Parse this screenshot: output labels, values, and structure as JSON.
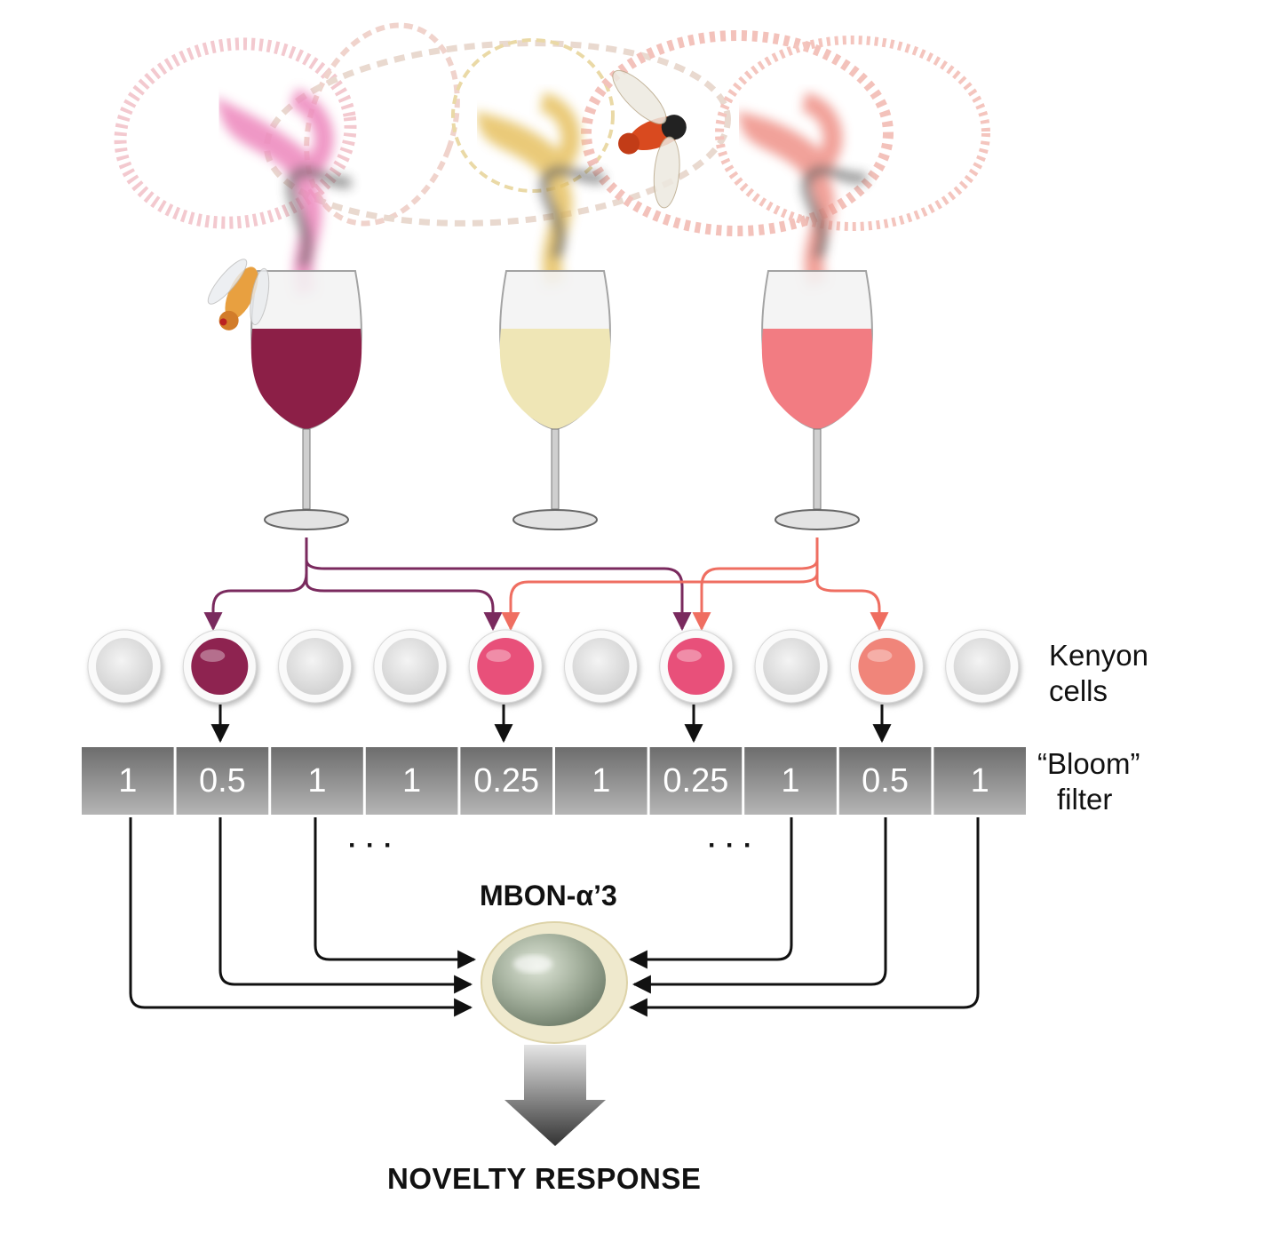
{
  "labels": {
    "kenyon_line1": "Kenyon",
    "kenyon_line2": "cells",
    "bloom_line1": "“Bloom”",
    "bloom_line2": "filter",
    "mbon": "MBON-α’3",
    "novelty": "NOVELTY RESPONSE",
    "dots_left": "···",
    "dots_right": "···"
  },
  "bloom_filter": [
    "1",
    "0.5",
    "1",
    "1",
    "0.25",
    "1",
    "0.25",
    "1",
    "0.5",
    "1"
  ],
  "kenyon_cells": [
    {
      "active": false,
      "color": "#e6e6e6"
    },
    {
      "active": true,
      "color": "#8e2350"
    },
    {
      "active": false,
      "color": "#e6e6e6"
    },
    {
      "active": false,
      "color": "#e6e6e6"
    },
    {
      "active": true,
      "color": "#e8507a"
    },
    {
      "active": false,
      "color": "#e6e6e6"
    },
    {
      "active": true,
      "color": "#e8507a"
    },
    {
      "active": false,
      "color": "#e6e6e6"
    },
    {
      "active": true,
      "color": "#f0857a"
    },
    {
      "active": false,
      "color": "#e6e6e6"
    }
  ],
  "glasses": [
    {
      "wine": "red",
      "liquid": "#8c1f47",
      "smoke": "#e87ab0"
    },
    {
      "wine": "white",
      "liquid": "#efe6b6",
      "smoke": "#e4c66a"
    },
    {
      "wine": "rose",
      "liquid": "#f27c82",
      "smoke": "#ef8f8a"
    }
  ],
  "colors": {
    "red_path": "#7a2a5e",
    "rose_path": "#ef6e61",
    "filter_dark": "#6d6d6d",
    "filter_light": "#b3b3b3",
    "mbon_fill": "#a9b4a2",
    "mbon_ring": "#efe9cd"
  },
  "icons": [
    "fly-icon",
    "wine-glass-icon",
    "smoke-icon"
  ]
}
